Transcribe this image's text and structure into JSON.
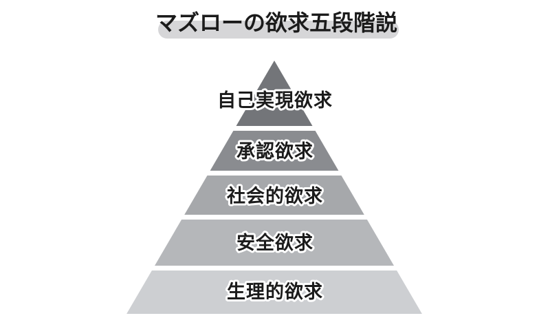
{
  "title": "マズローの欲求五段階説",
  "colors": {
    "background": "#ffffff",
    "title_badge": "#d6d6d8",
    "label_text": "#1b1b1b",
    "label_outline": "#ffffff"
  },
  "pyramid": {
    "levels": [
      {
        "label": "自己実現欲求",
        "color": "#737579"
      },
      {
        "label": "承認欲求",
        "color": "#8a8c90"
      },
      {
        "label": "社会的欲求",
        "color": "#a6a8ab"
      },
      {
        "label": "安全欲求",
        "color": "#b5b7ba"
      },
      {
        "label": "生理的欲求",
        "color": "#cdcfd2"
      }
    ]
  }
}
